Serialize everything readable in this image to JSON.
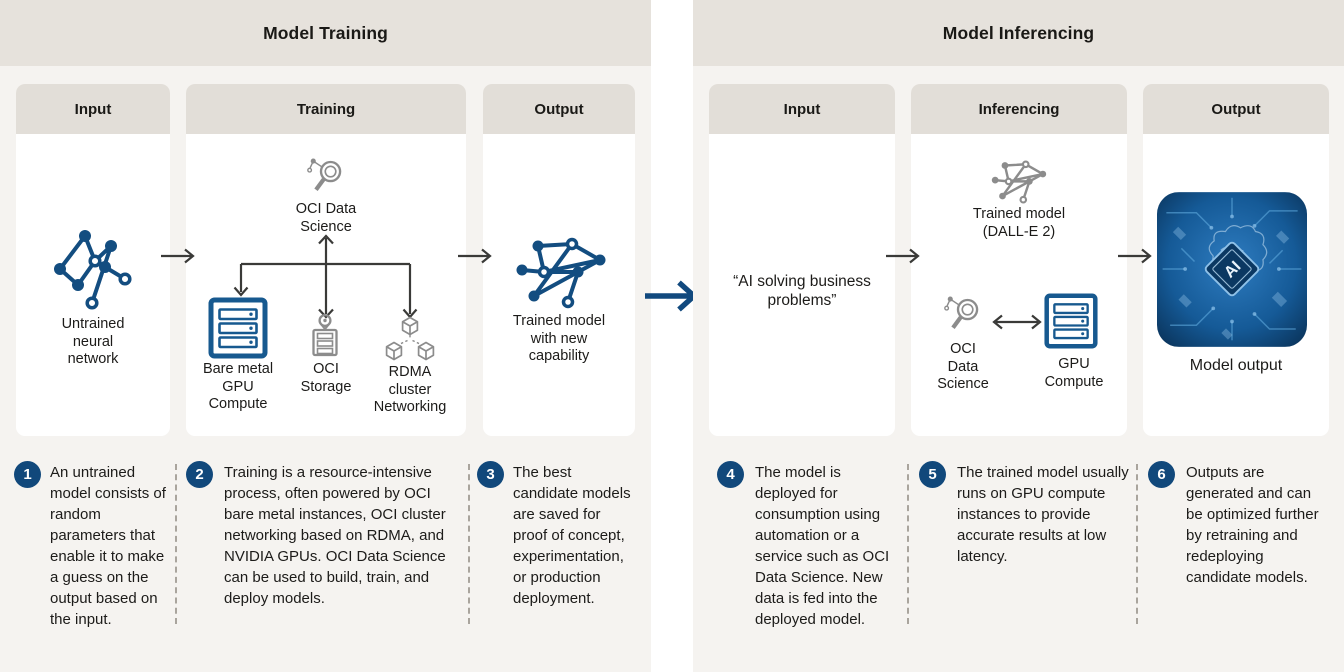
{
  "training_panel": {
    "title": "Model Training",
    "cols": {
      "input": "Input",
      "process": "Training",
      "output": "Output"
    },
    "untrained_label": "Untrained\nneural\nnetwork",
    "data_science_label": "OCI Data\nScience",
    "bare_metal_label": "Bare metal\nGPU\nCompute",
    "storage_label": "OCI\nStorage",
    "rdma_label": "RDMA\ncluster\nNetworking",
    "trained_label": "Trained model\nwith new\ncapability"
  },
  "inferencing_panel": {
    "title": "Model Inferencing",
    "cols": {
      "input": "Input",
      "process": "Inferencing",
      "output": "Output"
    },
    "input_text": "“AI solving business\nproblems”",
    "trained_model_label": "Trained model\n(DALL-E 2)",
    "data_science_label": "OCI\nData\nScience",
    "gpu_label": "GPU\nCompute",
    "output_label": "Model output",
    "chip_text": "AI"
  },
  "notes": [
    {
      "num": "1",
      "text": "An untrained model consists of random parameters that enable it to make a guess on the output based on the input."
    },
    {
      "num": "2",
      "text": "Training is a resource-intensive process, often powered by OCI bare metal instances, OCI cluster networking based on RDMA, and NVIDIA GPUs. OCI Data Science can be used to build, train, and deploy models."
    },
    {
      "num": "3",
      "text": "The best candidate models are saved for proof of concept, experimentation, or production deployment."
    },
    {
      "num": "4",
      "text": "The model is deployed for consumption using automation or a service such as OCI Data Science. New data is fed into the deployed model."
    },
    {
      "num": "5",
      "text": "The trained model usually runs on GPU compute instances to provide accurate results at low latency."
    },
    {
      "num": "6",
      "text": "Outputs are generated and can be optimized further by retraining and redeploying candidate models."
    }
  ],
  "colors": {
    "band_bg": "#e6e2dc",
    "panel_bg": "#f5f3f0",
    "column_header_bg": "#e2ded8",
    "brand_blue": "#134d80",
    "server_blue": "#17598f",
    "big_arrow_blue": "#11497e",
    "icon_gray": "#8c8c8c",
    "arrow_dark": "#3a3a38",
    "note_circle": "#11487b",
    "text": "#1a1916"
  }
}
